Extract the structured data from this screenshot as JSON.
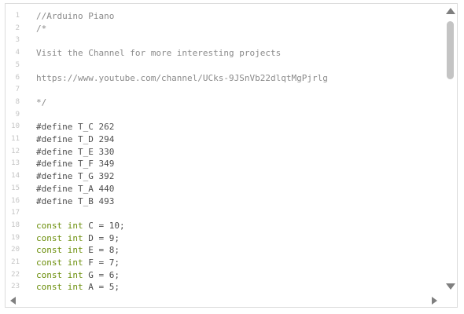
{
  "editor": {
    "line_numbers": [
      "1",
      "2",
      "3",
      "4",
      "5",
      "6",
      "7",
      "8",
      "9",
      "10",
      "11",
      "12",
      "13",
      "14",
      "15",
      "16",
      "17",
      "18",
      "19",
      "20",
      "21",
      "22",
      "23"
    ],
    "lines": [
      {
        "text": "//Arduino Piano",
        "kind": "comment"
      },
      {
        "text": "/*",
        "kind": "comment"
      },
      {
        "text": "",
        "kind": "comment"
      },
      {
        "text": "Visit the Channel for more interesting projects",
        "kind": "comment"
      },
      {
        "text": "",
        "kind": "comment"
      },
      {
        "text": "https://www.youtube.com/channel/UCks-9JSnVb22dlqtMgPjrlg",
        "kind": "comment"
      },
      {
        "text": "",
        "kind": "comment"
      },
      {
        "text": "*/",
        "kind": "comment"
      },
      {
        "text": "",
        "kind": "plain"
      },
      {
        "text": "#define T_C 262",
        "kind": "define"
      },
      {
        "text": "#define T_D 294",
        "kind": "define"
      },
      {
        "text": "#define T_E 330",
        "kind": "define"
      },
      {
        "text": "#define T_F 349",
        "kind": "define"
      },
      {
        "text": "#define T_G 392",
        "kind": "define"
      },
      {
        "text": "#define T_A 440",
        "kind": "define"
      },
      {
        "text": "#define T_B 493",
        "kind": "define"
      },
      {
        "text": "",
        "kind": "plain"
      },
      {
        "kw": "const int",
        "rest": " C = 10;",
        "kind": "decl"
      },
      {
        "kw": "const int",
        "rest": " D = 9;",
        "kind": "decl"
      },
      {
        "kw": "const int",
        "rest": " E = 8;",
        "kind": "decl"
      },
      {
        "kw": "const int",
        "rest": " F = 7;",
        "kind": "decl"
      },
      {
        "kw": "const int",
        "rest": " G = 6;",
        "kind": "decl"
      },
      {
        "kw": "const int",
        "rest": " A = 5;",
        "kind": "decl"
      }
    ],
    "colors": {
      "comment": "#8a8a8a",
      "keyword": "#6b8e0a",
      "plain": "#4a4a4a",
      "line_number": "#c4c4c4"
    }
  },
  "scrollbars": {
    "vertical": {
      "up_icon": "arrow-up-icon",
      "down_icon": "arrow-down-icon"
    },
    "horizontal": {
      "left_icon": "arrow-left-icon",
      "right_icon": "arrow-right-icon"
    }
  }
}
